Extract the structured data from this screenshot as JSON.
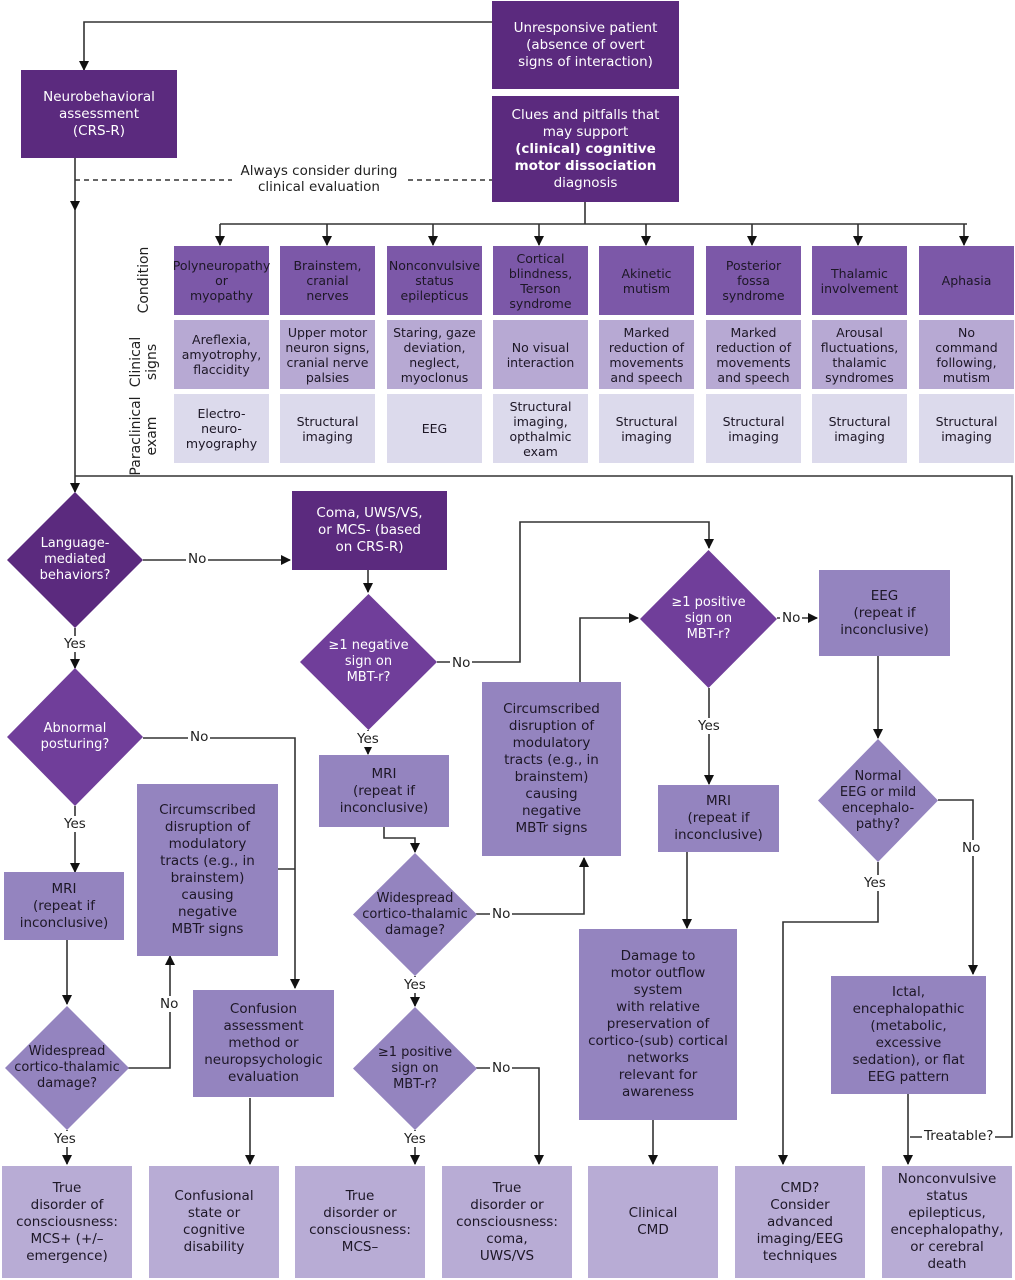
{
  "diagram": {
    "title": "Unresponsive patient workup flowchart for cognitive motor dissociation",
    "colors": {
      "dark_purple": "#5b2a7e",
      "medium_purple": "#703e9a",
      "condition_purple": "#7c58a8",
      "lavender": "#9484bf",
      "pale_lavender": "#b8acd5",
      "very_pale": "#dcdaec",
      "line": "#1f1f1f"
    },
    "top": {
      "unresponsive": "Unresponsive patient\n(absence of overt\nsigns of interaction)",
      "clues_line1": "Clues and pitfalls that\nmay support",
      "clues_bold": "(clinical) cognitive\nmotor dissociation",
      "clues_line3": "diagnosis",
      "neurobehavioral": "Neurobehavioral\nassessment\n(CRS-R)",
      "always_consider": "Always consider during\nclinical evaluation"
    },
    "table": {
      "row_labels": [
        "Condition",
        "Clinical\nsigns",
        "Paraclinical\nexam"
      ],
      "columns": [
        {
          "condition": "Polyneuropathy\nor\nmyopathy",
          "signs": "Areflexia,\namyotrophy,\nflaccidity",
          "exam": "Electro-\nneuro-\nmyography"
        },
        {
          "condition": "Brainstem,\ncranial\nnerves",
          "signs": "Upper motor\nneuron signs,\ncranial nerve\npalsies",
          "exam": "Structural\nimaging"
        },
        {
          "condition": "Nonconvulsive\nstatus\nepilepticus",
          "signs": "Staring, gaze\ndeviation,\nneglect,\nmyoclonus",
          "exam": "EEG"
        },
        {
          "condition": "Cortical\nblindness,\nTerson\nsyndrome",
          "signs": "No visual\ninteraction",
          "exam": "Structural\nimaging,\nopthalmic\nexam"
        },
        {
          "condition": "Akinetic\nmutism",
          "signs": "Marked\nreduction of\nmovements\nand speech",
          "exam": "Structural\nimaging"
        },
        {
          "condition": "Posterior\nfossa\nsyndrome",
          "signs": "Marked\nreduction of\nmovements\nand speech",
          "exam": "Structural\nimaging"
        },
        {
          "condition": "Thalamic\ninvolvement",
          "signs": "Arousal\nfluctuations,\nthalamic\nsyndromes",
          "exam": "Structural\nimaging"
        },
        {
          "condition": "Aphasia",
          "signs": "No\ncommand\nfollowing,\nmutism",
          "exam": "Structural\nimaging"
        }
      ]
    },
    "flow": {
      "language_q": "Language-\nmediated\nbehaviors?",
      "coma_box": "Coma, UWS/VS,\nor MCS- (based\non CRS-R)",
      "abnormal_posturing_q": "Abnormal\nposturing?",
      "neg_sign_q": "≥1 negative\nsign on\nMBT-r?",
      "pos_sign_q_right": "≥1 positive\nsign on\nMBT-r?",
      "eeg_box": "EEG\n(repeat if\ninconclusive)",
      "circumscribed_left": "Circumscribed\ndisruption of\nmodulatory\ntracts (e.g., in\nbrainstem)\ncausing\nnegative\nMBTr signs",
      "circumscribed_mid": "Circumscribed\ndisruption of\nmodulatory\ntracts (e.g., in\nbrainstem)\ncausing\nnegative\nMBTr signs",
      "mri_left": "MRI\n(repeat if\ninconclusive)",
      "mri_center": "MRI\n(repeat if\ninconclusive)",
      "mri_right": "MRI\n(repeat if\ninconclusive)",
      "widespread_left_q": "Widespread\ncortico-thalamic\ndamage?",
      "widespread_center_q": "Widespread\ncortico-thalamic\ndamage?",
      "pos_sign_q_center": "≥1 positive\nsign on\nMBT-r?",
      "normal_eeg_q": "Normal\nEEG or mild\nencephalo-\npathy?",
      "confusion_box": "Confusion\nassessment\nmethod or\nneuropsychologic\nevaluation",
      "damage_box": "Damage to\nmotor outflow\nsystem\nwith relative\npreservation of\ncortico-(sub) cortical\nnetworks\nrelevant for\nawareness",
      "ictal_box": "Ictal,\nencephalopathic\n(metabolic, excessive\nsedation), or flat\nEEG pattern"
    },
    "outcomes": [
      "True\ndisorder of\nconsciousness:\nMCS+ (+/–\nemergence)",
      "Confusional\nstate or\ncognitive\ndisability",
      "True\ndisorder or\nconsciousness:\nMCS–",
      "True\ndisorder or\nconsciousness:\ncoma,\nUWS/VS",
      "Clinical\nCMD",
      "CMD?\nConsider\nadvanced\nimaging/EEG\ntechniques",
      "Nonconvulsive\nstatus\nepilepticus,\nencephalopathy,\nor cerebral\ndeath"
    ],
    "edge_labels": {
      "yes": "Yes",
      "no": "No",
      "treatable": "Treatable?"
    }
  }
}
